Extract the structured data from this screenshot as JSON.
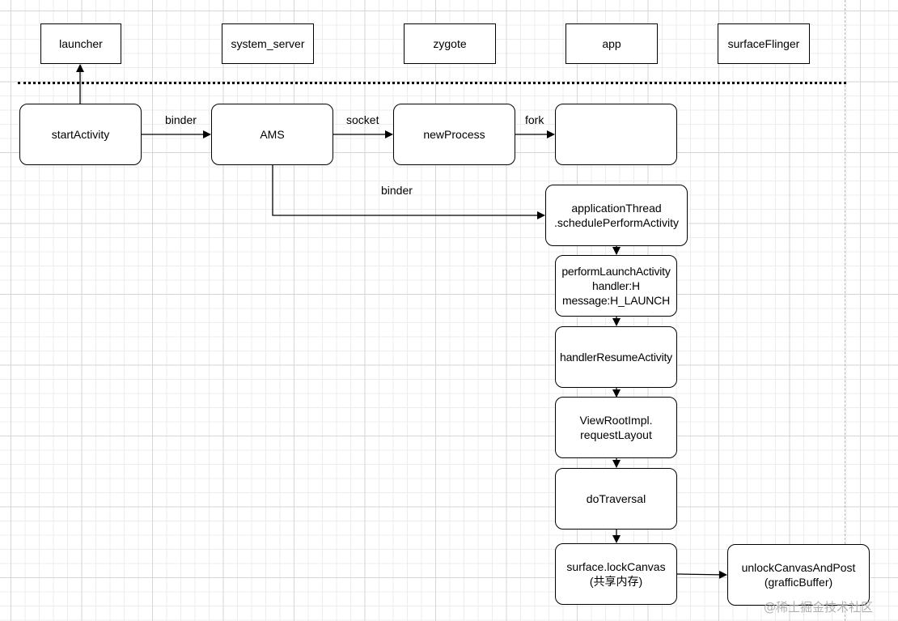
{
  "lanes": [
    {
      "label": "launcher"
    },
    {
      "label": "system_server"
    },
    {
      "label": "zygote"
    },
    {
      "label": "app"
    },
    {
      "label": "surfaceFlinger"
    }
  ],
  "nodes": {
    "start_activity": "startActivity",
    "ams": "AMS",
    "new_process": "newProcess",
    "app_process": "",
    "schedule_perform": "applicationThread\n.schedulePerformActivity",
    "perform_launch": "performLaunchActivity\nhandler:H\nmessage:H_LAUNCH",
    "handle_resume": "handlerResumeActivity",
    "request_layout": "ViewRootImpl.\nrequestLayout",
    "do_traversal": "doTraversal",
    "lock_canvas": "surface.lockCanvas\n(共享内存)",
    "unlock_canvas": "unlockCanvasAndPost\n(grafficBuffer)"
  },
  "edge_labels": {
    "binder_1": "binder",
    "socket": "socket",
    "fork": "fork",
    "binder_2": "binder"
  },
  "watermark": "@稀土掘金技术社区"
}
